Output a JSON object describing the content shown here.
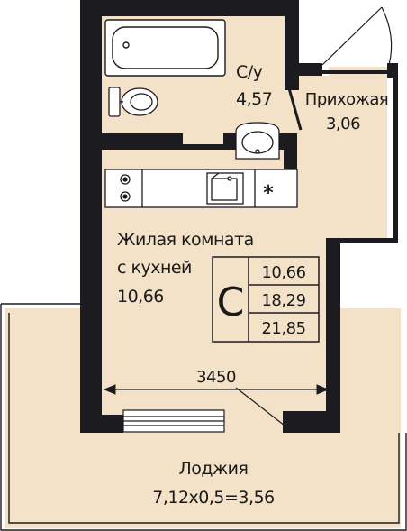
{
  "rooms": {
    "bathroom": {
      "name": "С/у",
      "area": "4,57"
    },
    "hallway": {
      "name": "Прихожая",
      "area": "3,06"
    },
    "living": {
      "line1": "Жилая комната",
      "line2": "с кухней",
      "area": "10,66"
    },
    "loggia": {
      "name": "Лоджия",
      "area": "7,12x0,5=3,56"
    }
  },
  "summary": {
    "letter": "С",
    "values": [
      "10,66",
      "18,29",
      "21,85"
    ]
  },
  "dimension": {
    "width": "3450"
  },
  "fixtures": {
    "fridge_symbol": "*"
  },
  "colors": {
    "floor": "#f3e2c7",
    "wall": "#1c1b20",
    "ink": "#1a1a1a"
  }
}
